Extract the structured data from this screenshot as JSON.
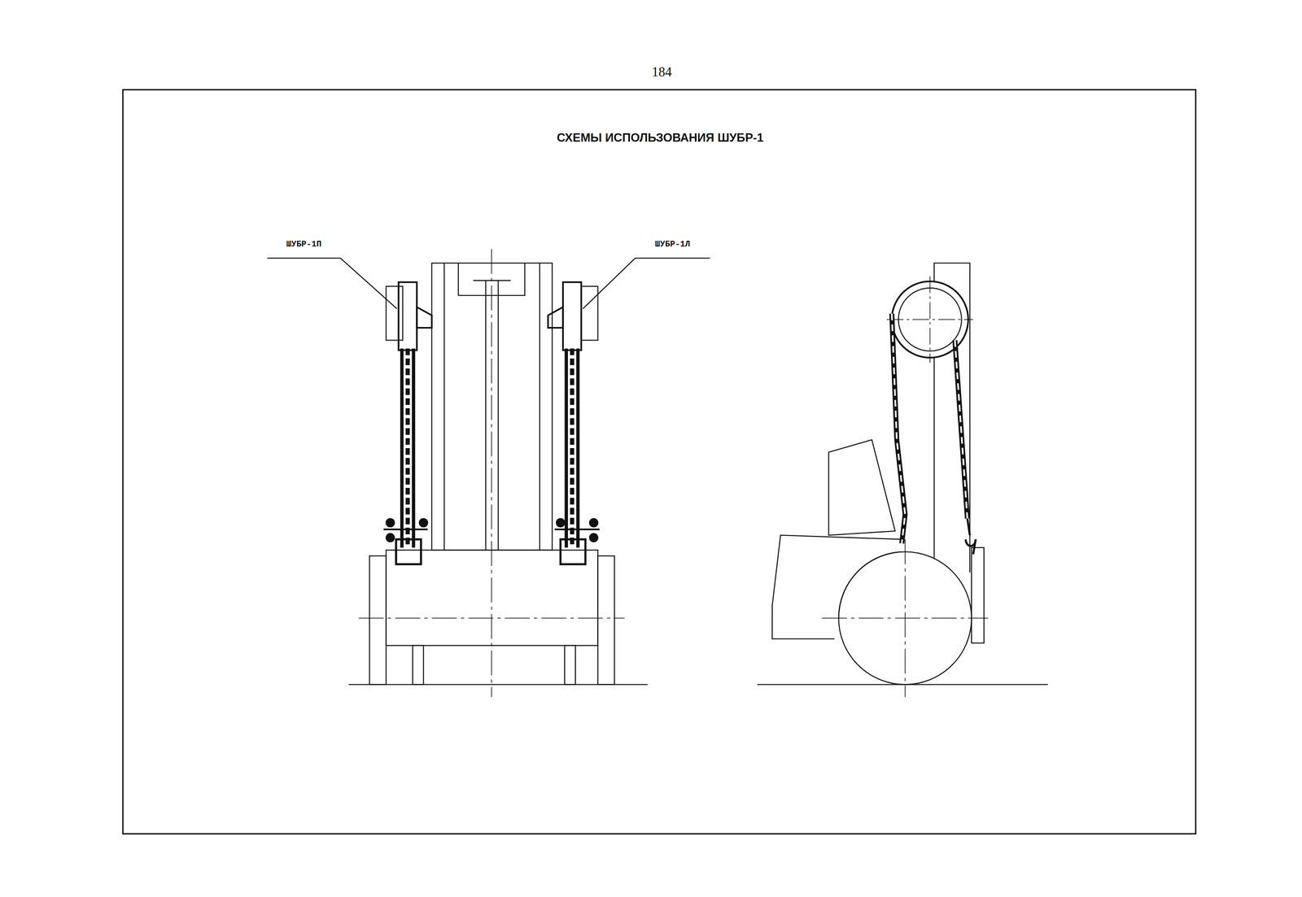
{
  "diagram": {
    "title": "СХЕМЫ ИСПОЛЬЗОВАНИЯ ШУБР-1",
    "labels": [
      "184",
      "ШУБР-1П",
      "ШУБР-1Л"
    ]
  }
}
